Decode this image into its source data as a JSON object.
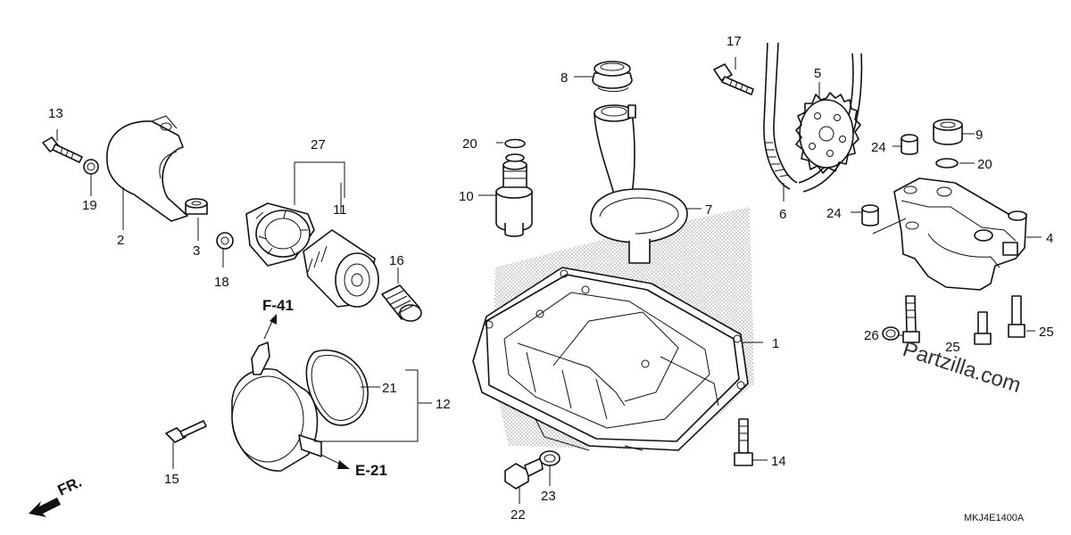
{
  "labels": {
    "c1": "1",
    "c2": "2",
    "c3": "3",
    "c4": "4",
    "c5": "5",
    "c6": "6",
    "c7": "7",
    "c8": "8",
    "c9": "9",
    "c10": "10",
    "c11": "11",
    "c12": "12",
    "c13": "13",
    "c14": "14",
    "c15": "15",
    "c16": "16",
    "c17": "17",
    "c18": "18",
    "c19": "19",
    "c20a": "20",
    "c20b": "20",
    "c21": "21",
    "c22": "22",
    "c23": "23",
    "c24a": "24",
    "c24b": "24",
    "c25a": "25",
    "c25b": "25",
    "c26": "26",
    "c27": "27"
  },
  "refs": {
    "f41": "F-41",
    "e21": "E-21",
    "front": "FR."
  },
  "diagram_code": "MKJ4E1400A",
  "watermark": "Partzilla.com"
}
